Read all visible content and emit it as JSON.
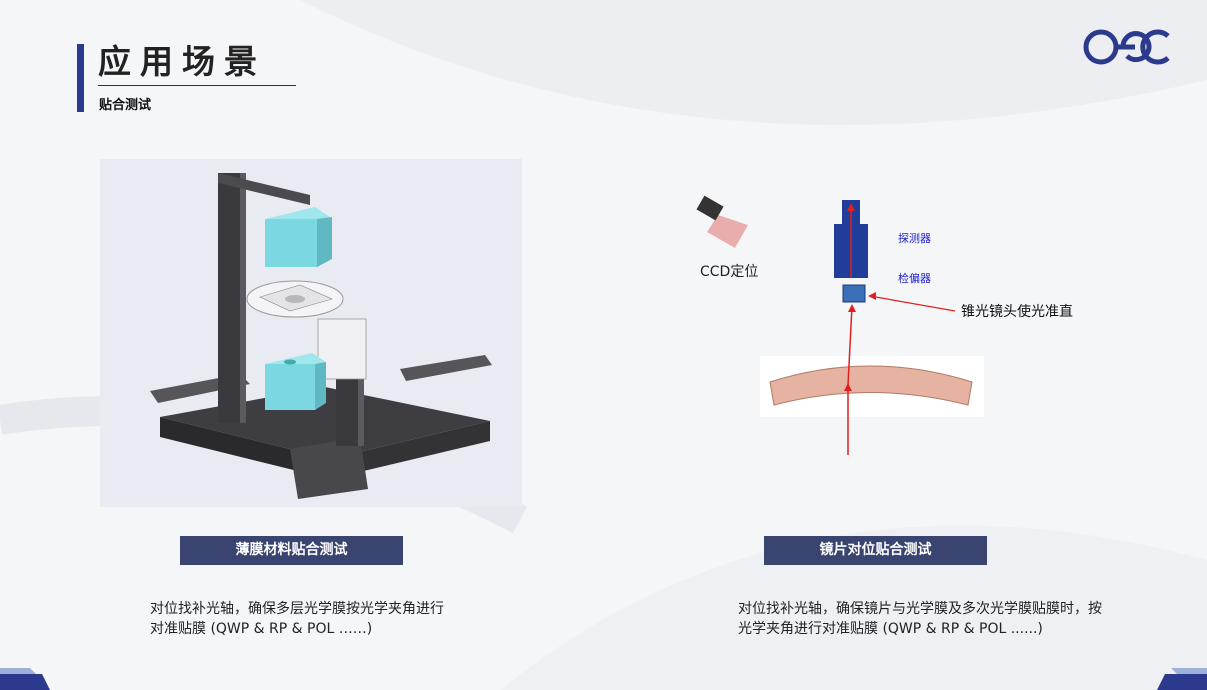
{
  "header": {
    "title": "应用场景",
    "subtitle": "贴合测试",
    "logo_text": "oec"
  },
  "left_panel": {
    "caption": "薄膜材料贴合测试",
    "description_line1": "对位找补光轴，确保多层光学膜按光学夹角进行",
    "description_line2": "对准贴膜 (QWP & RP & POL ……)"
  },
  "right_panel": {
    "caption": "镜片对位贴合测试",
    "description_line1": "对位找补光轴，确保镜片与光学膜及多次光学膜贴膜时，按",
    "description_line2": "光学夹角进行对准贴膜 (QWP & RP & POL ......)",
    "diagram": {
      "ccd_label": "CCD定位",
      "detector_label": "探测器",
      "polarizer_label": "检偏器",
      "collimator_label": "锥光镜头使光准直"
    }
  },
  "colors": {
    "accent": "#2b3a8c",
    "caption_bg": "#3a4470",
    "detector_blue": "#1f3d99",
    "lens_fill": "#e6b3a3",
    "beam_red": "#e02020"
  }
}
